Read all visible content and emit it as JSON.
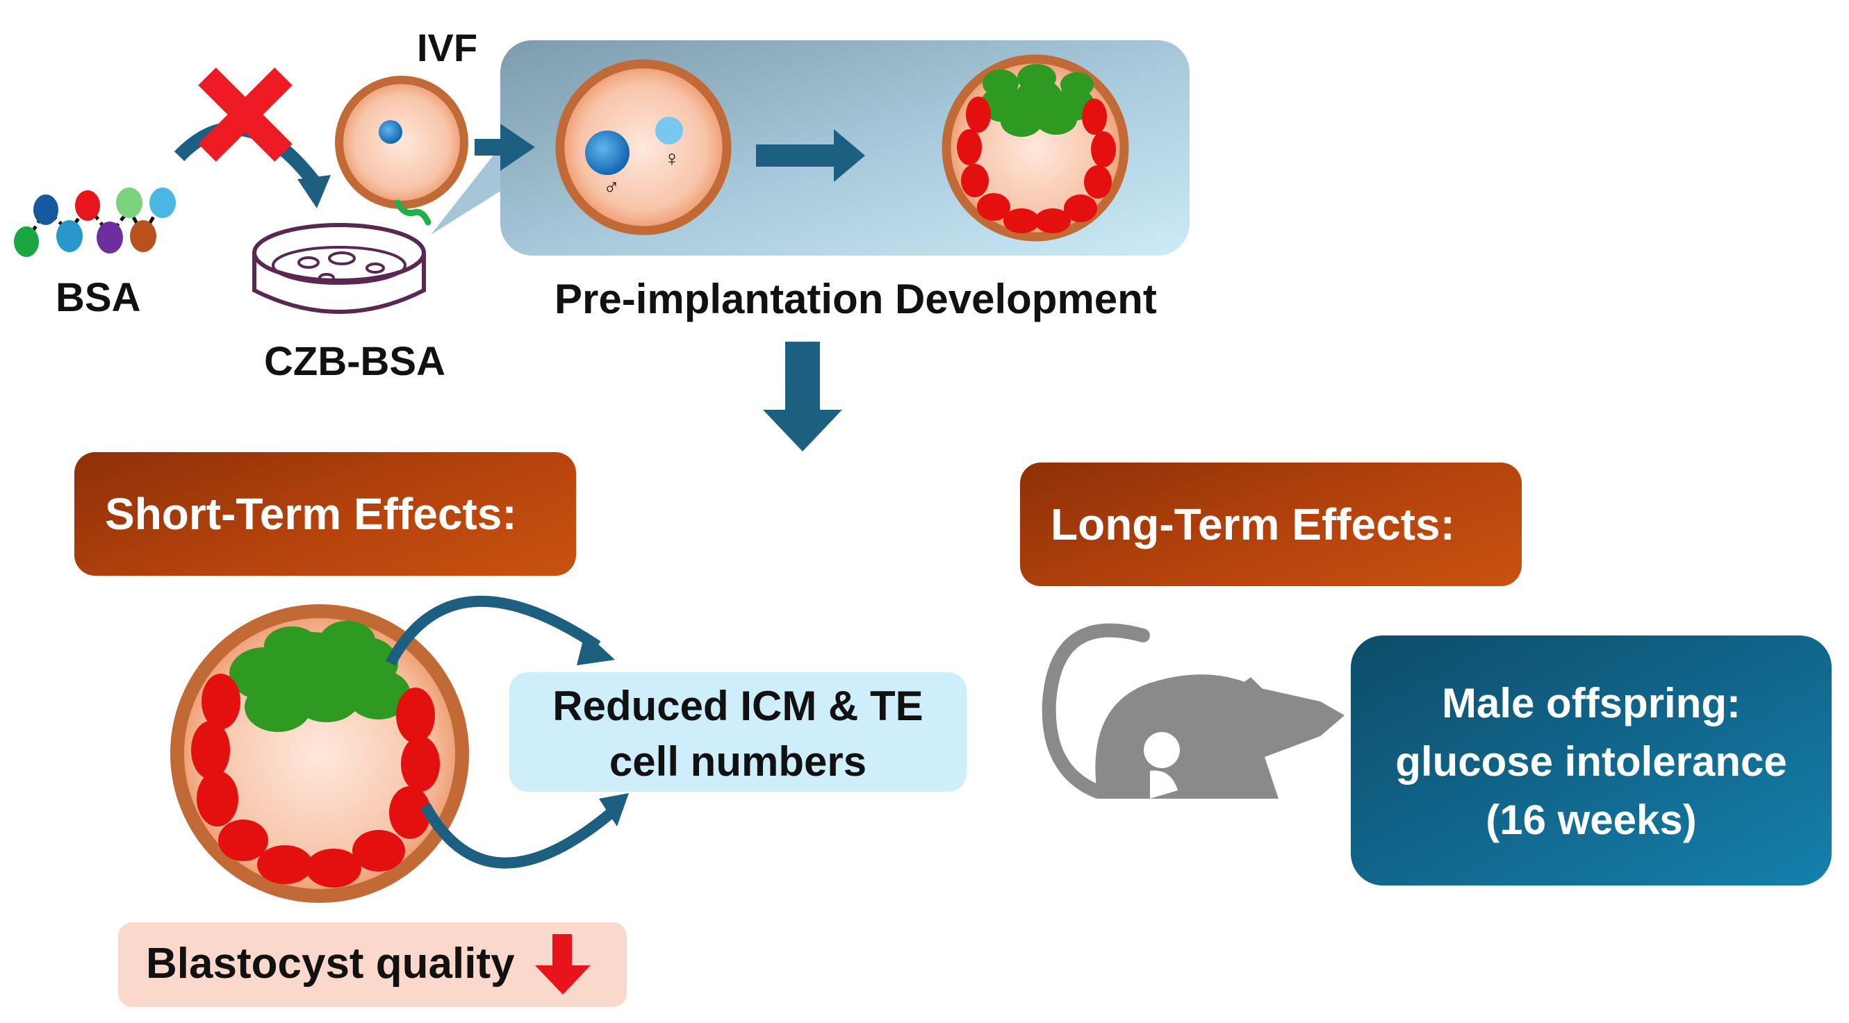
{
  "labels": {
    "bsa": "BSA",
    "czb_bsa": "CZB-BSA",
    "ivf": "IVF",
    "preimplantation": "Pre-implantation Development",
    "male_symbol": "♂",
    "female_symbol": "♀"
  },
  "short_term": {
    "title": "Short-Term Effects:",
    "result_line1": "Reduced ICM & TE",
    "result_line2": "cell numbers",
    "quality_label": "Blastocyst quality"
  },
  "long_term": {
    "title": "Long-Term Effects:",
    "result_line1": "Male offspring:",
    "result_line2": "glucose intolerance",
    "result_line3": "(16 weeks)"
  },
  "colors": {
    "arrow_blue": "#1d5f80",
    "box_brown": "#b5430d",
    "red_cell": "#e41010",
    "green_cell": "#2e9a22",
    "mouse_gray": "#8a8a8a",
    "teal_box": "#0f6a90",
    "light_blue_box": "#cfeefb",
    "pink_box": "#fbd8cc",
    "cross_red": "#ee1b24"
  },
  "icons": [
    "bsa-molecule-icon",
    "petri-dish-icon",
    "oocyte-icon",
    "zygote-icon",
    "blastocyst-icon",
    "mouse-icon",
    "cross-icon",
    "down-arrow-icon"
  ]
}
